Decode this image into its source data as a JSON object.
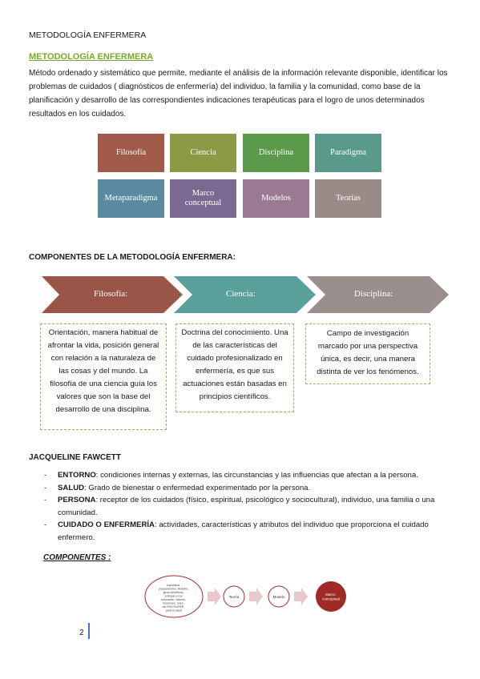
{
  "header": {
    "title": "METODOLOGÍA ENFERMERA"
  },
  "section": {
    "link_title": "METODOLOGÍA ENFERMERA",
    "intro": "Método ordenado y sistemático que permite, mediante el análisis de la información relevante disponible, identificar los problemas de cuidados ( diagnósticos de enfermería) del individuo, la familia y la comunidad, como base  de la planificación y desarrollo de las correspondientes indicaciones terapéuticas para el logro de unos determinados resultados en los cuidados."
  },
  "grid": [
    {
      "label": "Filosofía",
      "color": "#a25a4a"
    },
    {
      "label": "Ciencia",
      "color": "#8a9a45"
    },
    {
      "label": "Disciplina",
      "color": "#5a9a4a"
    },
    {
      "label": "Paradigma",
      "color": "#5a9a8a"
    },
    {
      "label": "Metaparadigma",
      "color": "#5a8aa0"
    },
    {
      "label": "Marco conceptual",
      "color": "#7a6a92"
    },
    {
      "label": "Modelos",
      "color": "#9a7a92"
    },
    {
      "label": "Teorías",
      "color": "#9a8a88"
    }
  ],
  "components_heading": "COMPONENTES DE LA METODOLOGÍA ENFERMERA:",
  "chevrons": [
    {
      "label": "Filosofía:",
      "color": "#9a5548"
    },
    {
      "label": "Ciencia:",
      "color": "#5aa09a"
    },
    {
      "label": "Disciplina:",
      "color": "#9a8e8c"
    }
  ],
  "descriptions": [
    "Orientación, manera habitual de afrontar la vida, posición general con relación a la naturaleza de las cosas y del mundo. La filosofía de una ciencia guía los valores que son la base del desarrollo de una disciplina.",
    "Doctrina del conocimiento. Una de las características del cuidado profesionalizado en enfermería, es que sus actuaciones están basadas en principios científicos.",
    "Campo de investigación marcado por una perspectiva única, es decir, una manera distinta de ver los fenómenos."
  ],
  "fawcett": {
    "title": "JACQUELINE FAWCETT",
    "items": [
      {
        "term": "ENTORNO",
        "text": ": condiciones internas y externas, las circunstancias y las influencias que afectan a la persona."
      },
      {
        "term": "SALUD",
        "text": ": Grado de bienestar o enfermedad experimentado por la persona."
      },
      {
        "term": "PERSONA",
        "text": ": receptor de los cuidados (físico, espiritual, psicológico y sociocultural), individuo, una familia o una comunidad."
      },
      {
        "term": "CUIDADO O ENFERMERÍA",
        "text": ": actividades, características y atributos del individuo que proporciona el cuidado enfermero."
      }
    ],
    "components_label": "COMPONENTES :"
  },
  "flow": {
    "node1": [
      "supuestos,",
      "proposiciones, filosofía,",
      "giros científicos,",
      "enfoque en la",
      "educación, valores,",
      "funciones, roles,",
      "del RHC/SUPER,",
      "para la salud"
    ],
    "node2": "Teoría",
    "node3": "Modelo",
    "node4": [
      "Marco",
      "conceptual"
    ],
    "accent": "#9e2b25"
  },
  "footer": {
    "page_number": "2"
  }
}
